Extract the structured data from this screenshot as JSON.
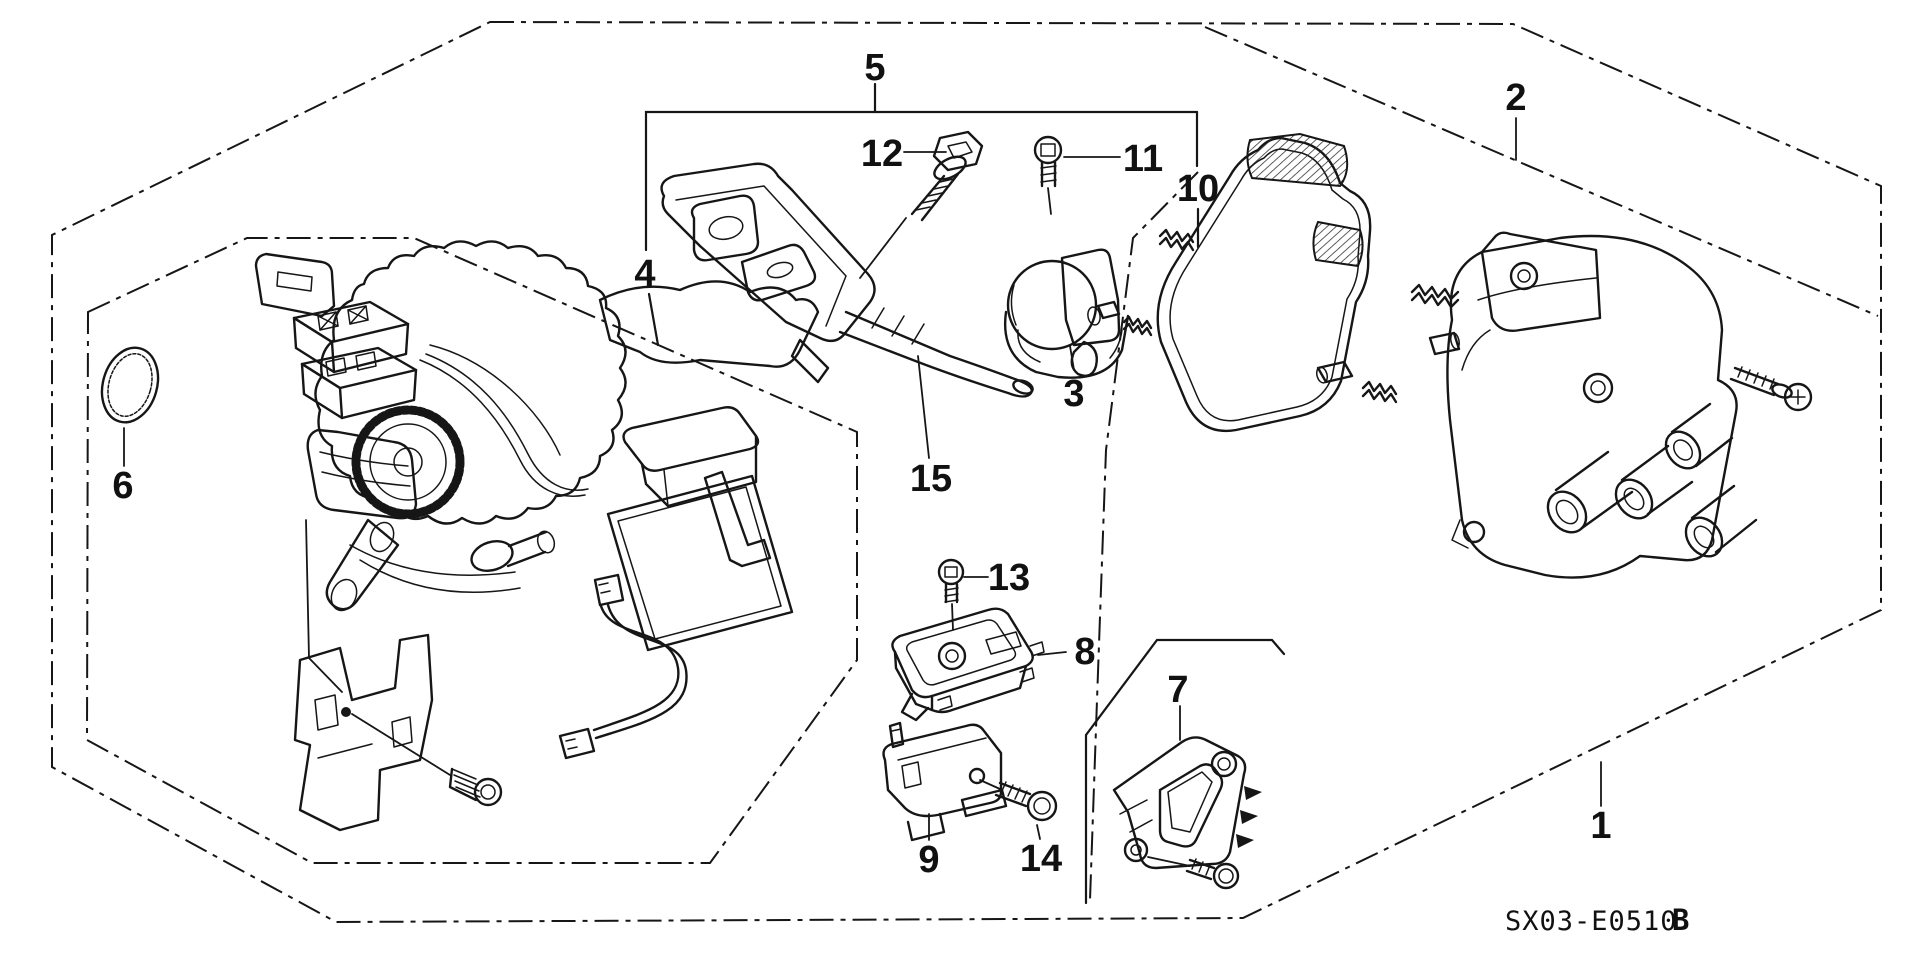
{
  "diagram": {
    "code": "SX03-E0510",
    "code_suffix": "B",
    "part_labels": {
      "p1": "1",
      "p2": "2",
      "p3": "3",
      "p4": "4",
      "p5": "5",
      "p6": "6",
      "p7": "7",
      "p8": "8",
      "p9": "9",
      "p10": "10",
      "p11": "11",
      "p12": "12",
      "p13": "13",
      "p14": "14",
      "p15": "15"
    }
  }
}
